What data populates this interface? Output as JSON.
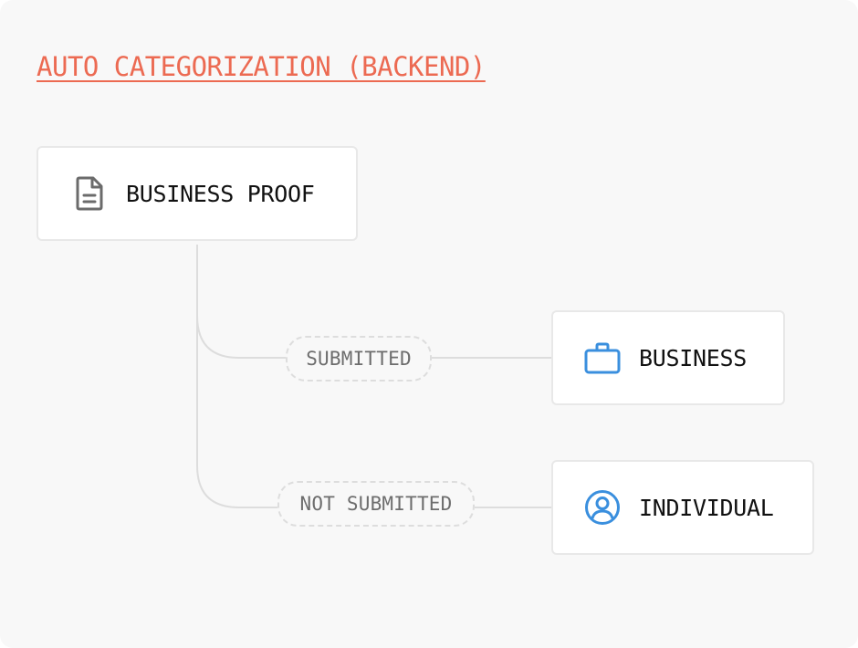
{
  "diagram": {
    "title": "AUTO CATEGORIZATION (BACKEND)",
    "source_node": {
      "label": "BUSINESS PROOF",
      "icon": "document-icon"
    },
    "branches": [
      {
        "condition": "SUBMITTED",
        "target": {
          "label": "BUSINESS",
          "icon": "briefcase-icon"
        }
      },
      {
        "condition": "NOT SUBMITTED",
        "target": {
          "label": "INDIVIDUAL",
          "icon": "user-circle-icon"
        }
      }
    ]
  },
  "colors": {
    "title": "#ec6a52",
    "accent_icon": "#3a8fde",
    "document_icon": "#6b6b6b",
    "connector": "#dddddd",
    "background": "#f8f8f8"
  }
}
